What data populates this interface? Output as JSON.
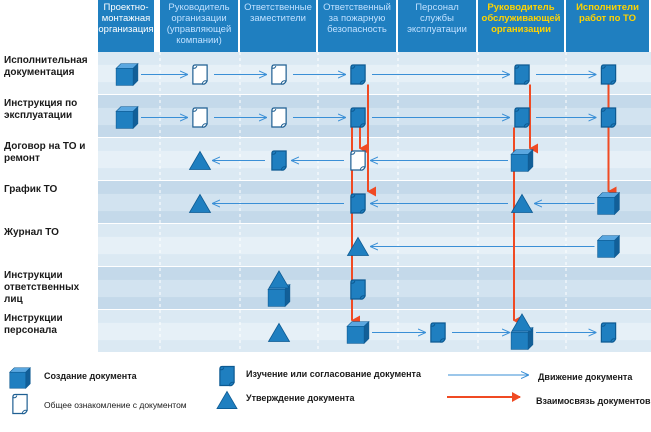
{
  "columns": [
    {
      "label": "Проектно-монтажная организация",
      "style": "normal"
    },
    {
      "label": "Руководитель организации (управляющей компании)",
      "style": "soft"
    },
    {
      "label": "Ответственные заместители",
      "style": "soft"
    },
    {
      "label": "Ответственный за пожарную безопасность",
      "style": "soft"
    },
    {
      "label": "Персонал службы эксплуатации",
      "style": "soft"
    },
    {
      "label": "Руководитель обслуживающей организации",
      "style": "hl"
    },
    {
      "label": "Исполнители работ по ТО",
      "style": "hl"
    }
  ],
  "rows": [
    {
      "label": "Исполнительная документация"
    },
    {
      "label": "Инструкция по эксплуатации"
    },
    {
      "label": "Договор на ТО и ремонт"
    },
    {
      "label": "График ТО"
    },
    {
      "label": "Журнал ТО"
    },
    {
      "label": "Инструкции ответственных лиц"
    },
    {
      "label": "Инструкции персонала"
    }
  ],
  "legend": {
    "create": "Создание документа",
    "acquaint": "Общее ознакомление с документом",
    "review": "Изучение или согласование документа",
    "approve": "Утверждение документа",
    "movement": "Движение документа",
    "relation": "Взаимосвязь документов"
  },
  "colors": {
    "header": "#1f7fc0",
    "row_light": "#dbe9f3",
    "row_dark": "#c4d9ea",
    "icon_blue": "#1f7fc0",
    "movement_line": "#3a8fd6",
    "relation_line": "#f04a23"
  },
  "icons": [
    {
      "row": 0,
      "col": 0,
      "type": "cube"
    },
    {
      "row": 0,
      "col": 1,
      "type": "scroll-white"
    },
    {
      "row": 0,
      "col": 2,
      "type": "scroll-white"
    },
    {
      "row": 0,
      "col": 3,
      "type": "scroll-blue"
    },
    {
      "row": 0,
      "col": 5,
      "type": "scroll-blue"
    },
    {
      "row": 0,
      "col": 6,
      "type": "scroll-blue"
    },
    {
      "row": 1,
      "col": 0,
      "type": "cube"
    },
    {
      "row": 1,
      "col": 1,
      "type": "scroll-white"
    },
    {
      "row": 1,
      "col": 2,
      "type": "scroll-white"
    },
    {
      "row": 1,
      "col": 3,
      "type": "scroll-blue"
    },
    {
      "row": 1,
      "col": 5,
      "type": "scroll-blue"
    },
    {
      "row": 1,
      "col": 6,
      "type": "scroll-blue"
    },
    {
      "row": 2,
      "col": 1,
      "type": "triangle"
    },
    {
      "row": 2,
      "col": 2,
      "type": "scroll-blue"
    },
    {
      "row": 2,
      "col": 3,
      "type": "scroll-white"
    },
    {
      "row": 2,
      "col": 5,
      "type": "cube"
    },
    {
      "row": 3,
      "col": 1,
      "type": "triangle"
    },
    {
      "row": 3,
      "col": 3,
      "type": "scroll-blue"
    },
    {
      "row": 3,
      "col": 5,
      "type": "triangle"
    },
    {
      "row": 3,
      "col": 6,
      "type": "cube"
    },
    {
      "row": 4,
      "col": 3,
      "type": "triangle"
    },
    {
      "row": 4,
      "col": 6,
      "type": "cube"
    },
    {
      "row": 5,
      "col": 2,
      "type": "cube-triangle"
    },
    {
      "row": 5,
      "col": 3,
      "type": "scroll-blue"
    },
    {
      "row": 6,
      "col": 2,
      "type": "triangle"
    },
    {
      "row": 6,
      "col": 3,
      "type": "cube"
    },
    {
      "row": 6,
      "col": 4,
      "type": "scroll-blue"
    },
    {
      "row": 6,
      "col": 5,
      "type": "cube-triangle"
    },
    {
      "row": 6,
      "col": 6,
      "type": "scroll-blue"
    }
  ],
  "movements": [
    {
      "row": 0,
      "from": 0,
      "to": 1
    },
    {
      "row": 0,
      "from": 1,
      "to": 2
    },
    {
      "row": 0,
      "from": 2,
      "to": 3
    },
    {
      "row": 0,
      "from": 3,
      "to": 5
    },
    {
      "row": 0,
      "from": 5,
      "to": 6
    },
    {
      "row": 1,
      "from": 0,
      "to": 1
    },
    {
      "row": 1,
      "from": 1,
      "to": 2
    },
    {
      "row": 1,
      "from": 2,
      "to": 3
    },
    {
      "row": 1,
      "from": 3,
      "to": 5
    },
    {
      "row": 1,
      "from": 5,
      "to": 6
    },
    {
      "row": 2,
      "from": 2,
      "to": 1
    },
    {
      "row": 2,
      "from": 3,
      "to": 2
    },
    {
      "row": 2,
      "from": 5,
      "to": 3
    },
    {
      "row": 3,
      "from": 3,
      "to": 1
    },
    {
      "row": 3,
      "from": 5,
      "to": 3
    },
    {
      "row": 3,
      "from": 6,
      "to": 5
    },
    {
      "row": 4,
      "from": 6,
      "to": 3
    },
    {
      "row": 6,
      "from": 3,
      "to": 4
    },
    {
      "row": 6,
      "from": 4,
      "to": 5
    },
    {
      "row": 6,
      "from": 5,
      "to": 6
    }
  ],
  "relations": [
    {
      "col": 3,
      "from_row": 0,
      "to_row": 3,
      "offset": 1
    },
    {
      "col": 3,
      "from_row": 1,
      "to_row": 6,
      "offset": -1
    },
    {
      "col": 3,
      "from_row": 1,
      "to_row": 2,
      "offset": 0
    },
    {
      "col": 5,
      "from_row": 0,
      "to_row": 2,
      "offset": 1
    },
    {
      "col": 5,
      "from_row": 1,
      "to_row": 6,
      "offset": -1
    },
    {
      "col": 6,
      "from_row": 0,
      "to_row": 3,
      "offset": 0
    }
  ]
}
